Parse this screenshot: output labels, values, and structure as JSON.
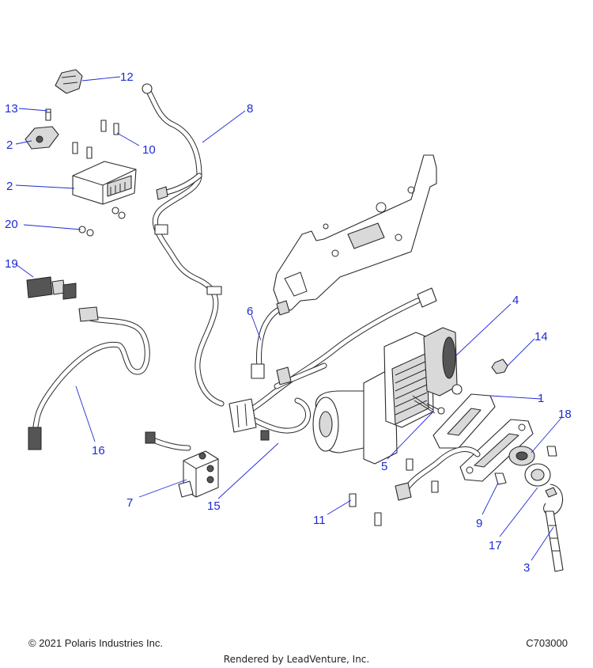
{
  "callouts": [
    {
      "id": "c12",
      "label": "12"
    },
    {
      "id": "c13",
      "label": "13"
    },
    {
      "id": "c2a",
      "label": "2"
    },
    {
      "id": "c10",
      "label": "10"
    },
    {
      "id": "c8",
      "label": "8"
    },
    {
      "id": "c2b",
      "label": "2"
    },
    {
      "id": "c20",
      "label": "20"
    },
    {
      "id": "c19",
      "label": "19"
    },
    {
      "id": "c6",
      "label": "6"
    },
    {
      "id": "c4",
      "label": "4"
    },
    {
      "id": "c14",
      "label": "14"
    },
    {
      "id": "c1",
      "label": "1"
    },
    {
      "id": "c18",
      "label": "18"
    },
    {
      "id": "c16",
      "label": "16"
    },
    {
      "id": "c5",
      "label": "5"
    },
    {
      "id": "c7",
      "label": "7"
    },
    {
      "id": "c15",
      "label": "15"
    },
    {
      "id": "c11",
      "label": "11"
    },
    {
      "id": "c9",
      "label": "9"
    },
    {
      "id": "c17",
      "label": "17"
    },
    {
      "id": "c3",
      "label": "3"
    }
  ],
  "footer": {
    "copyright": "© 2021 Polaris Industries Inc.",
    "diagram_code": "C703000",
    "rendered_by": "Rendered by LeadVenture, Inc."
  },
  "colors": {
    "callout": "#1d2bd6",
    "line_art": "#2a2a2a"
  }
}
